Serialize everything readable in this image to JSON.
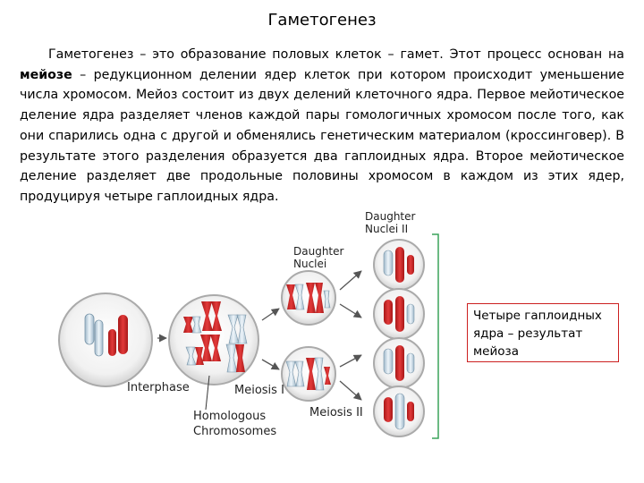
{
  "title": "Гаметогенез",
  "paragraph": {
    "part1": "Гаметогенез – это образование половых клеток – гамет. Этот процесс основан на ",
    "bold": "мейозе",
    "part2": " – редукционном делении ядер клеток при котором происходит уменьшение числа хромосом. Мейоз состоит из двух делений клеточного ядра. Первое мейотическое деление ядра разделяет членов каждой пары гомологичных хромосом после того, как они спарились одна с другой и обменялись генетическим материалом (кроссинговер). В результате этого разделения образуется два гаплоидных ядра. Второе мейотическое деление разделяет две продольные половины хромосом в каждом из этих ядер, продуцируя четыре гаплоидных ядра."
  },
  "figure": {
    "daughter_nuclei_2_line1": "Daughter",
    "daughter_nuclei_2_line2": "Nuclei II",
    "daughter_nuclei_line1": "Daughter",
    "daughter_nuclei_line2": "Nuclei",
    "interphase": "Interphase",
    "meiosis_1": "Meiosis I",
    "homologous_line1": "Homologous",
    "homologous_line2": "Chromosomes",
    "meiosis_2": "Meiosis II"
  },
  "callout": "Четыре гаплоидных ядра – результат мейоза",
  "colors": {
    "red_chromosome": "#d42a2a",
    "blue_chromosome": "#dce9f2",
    "callout_border": "#cc2020"
  }
}
